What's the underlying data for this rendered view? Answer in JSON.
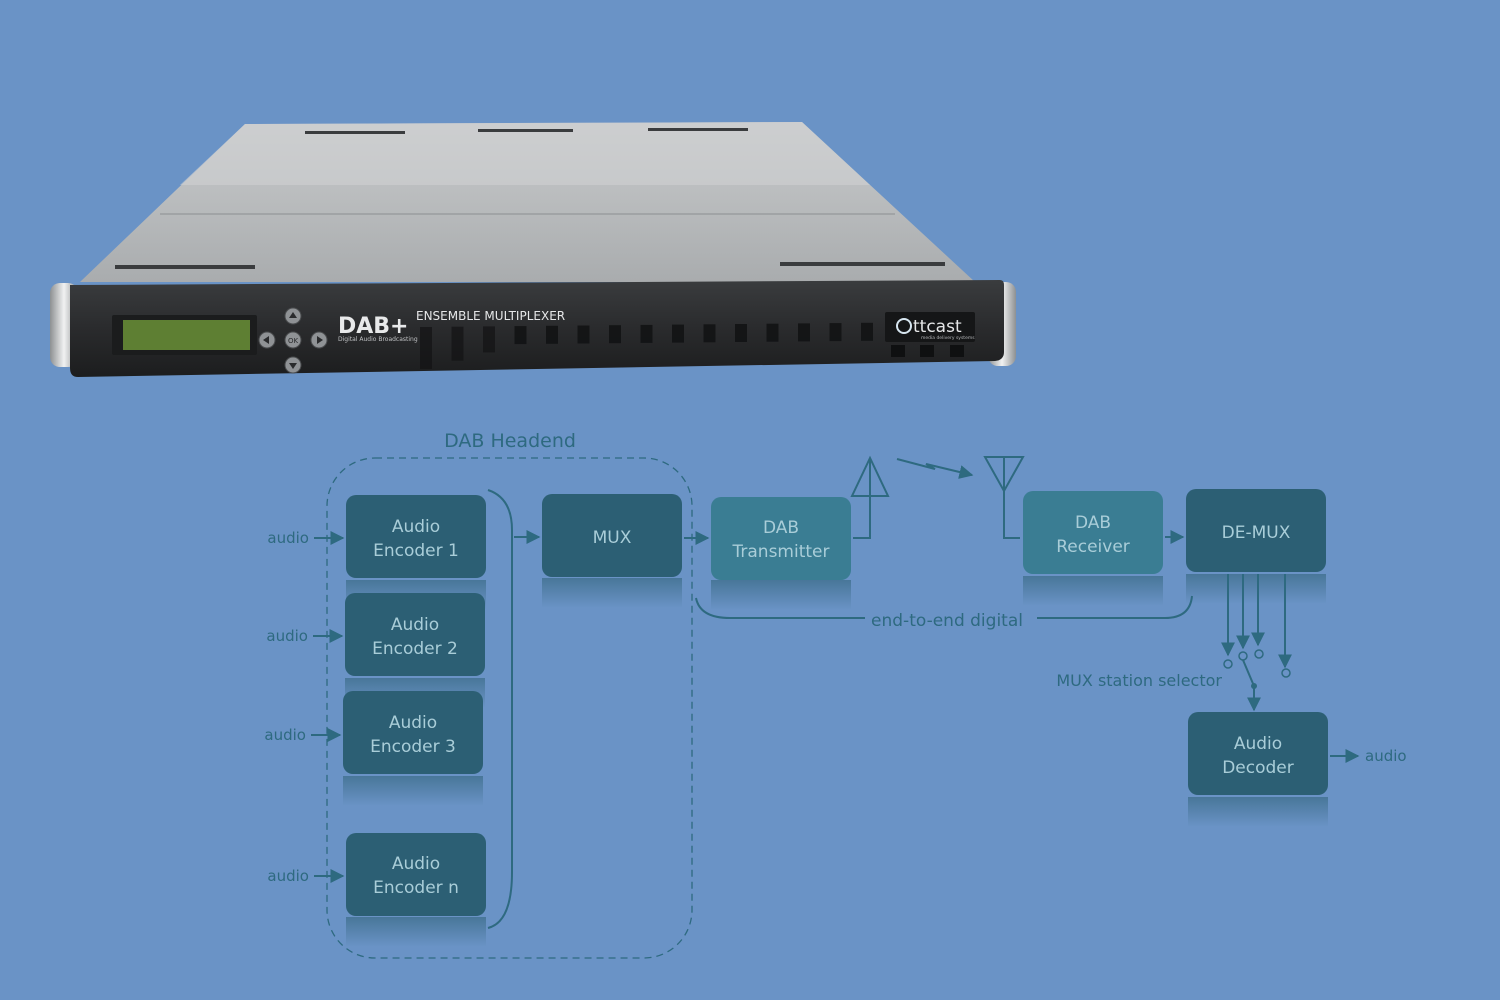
{
  "device": {
    "logo": "DAB+",
    "logo_sub": "Digital Audio Broadcasting",
    "title": "ENSEMBLE MULTIPLEXER",
    "brand": "ttcast",
    "brand_initial": "O",
    "brand_sub": "media delivery systems",
    "nav_ok": "OK"
  },
  "diagram": {
    "headend_label": "DAB Headend",
    "inputs": [
      "audio",
      "audio",
      "audio",
      "audio"
    ],
    "encoders": [
      {
        "line1": "Audio",
        "line2": "Encoder 1"
      },
      {
        "line1": "Audio",
        "line2": "Encoder 2"
      },
      {
        "line1": "Audio",
        "line2": "Encoder 3"
      },
      {
        "line1": "Audio",
        "line2": "Encoder n"
      }
    ],
    "mux": "MUX",
    "transmitter": {
      "line1": "DAB",
      "line2": "Transmitter"
    },
    "receiver": {
      "line1": "DAB",
      "line2": "Receiver"
    },
    "demux": "DE-MUX",
    "end_to_end": "end-to-end digital",
    "selector": "MUX station selector",
    "decoder": {
      "line1": "Audio",
      "line2": "Decoder"
    },
    "output": "audio"
  },
  "colors": {
    "background": "#6a93c6",
    "box_dark": "#2c5f74",
    "box_light": "#3a7d93",
    "line": "#2e6a80",
    "text_box": "#a9cdd8",
    "text_line": "#2e6a80"
  }
}
